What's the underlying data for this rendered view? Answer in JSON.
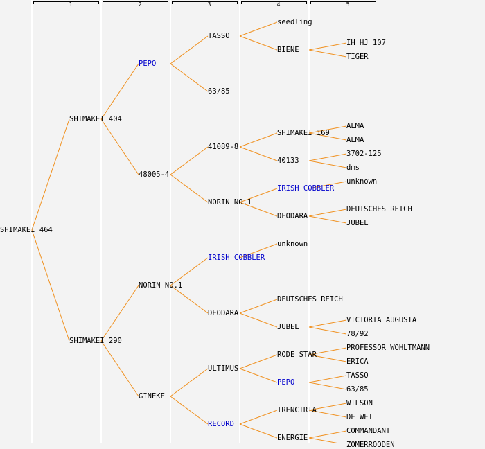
{
  "generations": [
    "1",
    "2",
    "3",
    "4",
    "5"
  ],
  "colors": {
    "line": "#f0901e",
    "text": "#000000",
    "highlight": "#0000cc",
    "background": "#f3f3f3"
  },
  "tree": {
    "label": "SHIMAKEI 464",
    "children": [
      {
        "label": "SHIMAKEI 404",
        "children": [
          {
            "label": "PEPO",
            "highlight": true,
            "children": [
              {
                "label": "TASSO",
                "children": [
                  {
                    "label": "seedling"
                  },
                  {
                    "label": "BIENE",
                    "children": [
                      {
                        "label": "IH HJ 107"
                      },
                      {
                        "label": "TIGER"
                      }
                    ]
                  }
                ]
              },
              {
                "label": "63/85"
              }
            ]
          },
          {
            "label": "48005-4",
            "children": [
              {
                "label": "41089-8",
                "children": [
                  {
                    "label": "SHIMAKEI 169",
                    "children": [
                      {
                        "label": "ALMA"
                      },
                      {
                        "label": "ALMA"
                      }
                    ]
                  },
                  {
                    "label": "40133",
                    "children": [
                      {
                        "label": "3702-125"
                      },
                      {
                        "label": "dms"
                      }
                    ]
                  }
                ]
              },
              {
                "label": "NORIN NO.1",
                "children": [
                  {
                    "label": "IRISH COBBLER",
                    "highlight": true,
                    "children": [
                      {
                        "label": "unknown"
                      }
                    ]
                  },
                  {
                    "label": "DEODARA",
                    "children": [
                      {
                        "label": "DEUTSCHES REICH"
                      },
                      {
                        "label": "JUBEL"
                      }
                    ]
                  }
                ]
              }
            ]
          }
        ]
      },
      {
        "label": "SHIMAKEI 290",
        "children": [
          {
            "label": "NORIN NO.1",
            "children": [
              {
                "label": "IRISH COBBLER",
                "highlight": true,
                "children": [
                  {
                    "label": "unknown"
                  }
                ]
              },
              {
                "label": "DEODARA",
                "children": [
                  {
                    "label": "DEUTSCHES REICH"
                  },
                  {
                    "label": "JUBEL",
                    "children": [
                      {
                        "label": "VICTORIA AUGUSTA"
                      },
                      {
                        "label": "78/92"
                      }
                    ]
                  }
                ]
              }
            ]
          },
          {
            "label": "GINEKE",
            "children": [
              {
                "label": "ULTIMUS",
                "children": [
                  {
                    "label": "RODE STAR",
                    "children": [
                      {
                        "label": "PROFESSOR WOHLTMANN"
                      },
                      {
                        "label": "ERICA"
                      }
                    ]
                  },
                  {
                    "label": "PEPO",
                    "highlight": true,
                    "children": [
                      {
                        "label": "TASSO"
                      },
                      {
                        "label": "63/85"
                      }
                    ]
                  }
                ]
              },
              {
                "label": "RECORD",
                "highlight": true,
                "children": [
                  {
                    "label": "TRENCTRIA",
                    "children": [
                      {
                        "label": "WILSON"
                      },
                      {
                        "label": "DE WET"
                      }
                    ]
                  },
                  {
                    "label": "ENERGIE",
                    "children": [
                      {
                        "label": "COMMANDANT"
                      },
                      {
                        "label": "ZOMERROODEN"
                      }
                    ]
                  }
                ]
              }
            ]
          }
        ]
      }
    ]
  }
}
